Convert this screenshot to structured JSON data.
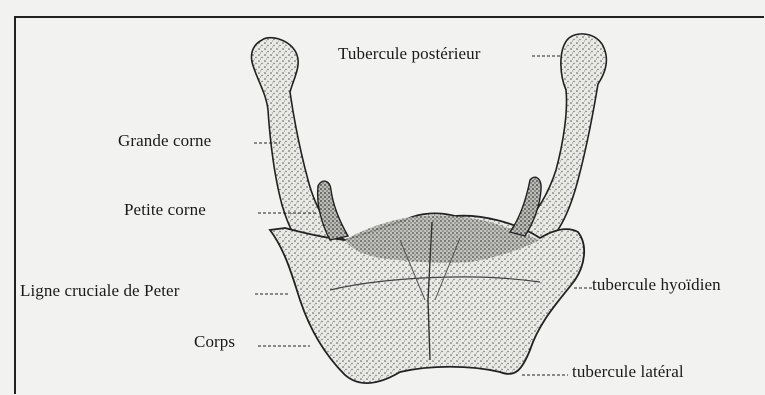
{
  "figure": {
    "labels": {
      "tubercule_posterieur": "Tubercule postérieur",
      "grande_corne": "Grande corne",
      "petite_corne": "Petite corne",
      "ligne_cruciale": "Ligne cruciale de Peter",
      "corps": "Corps",
      "tubercule_hyoidien": "tubercule hyoïdien",
      "tubercule_lateral": "tubercule latéral"
    }
  }
}
